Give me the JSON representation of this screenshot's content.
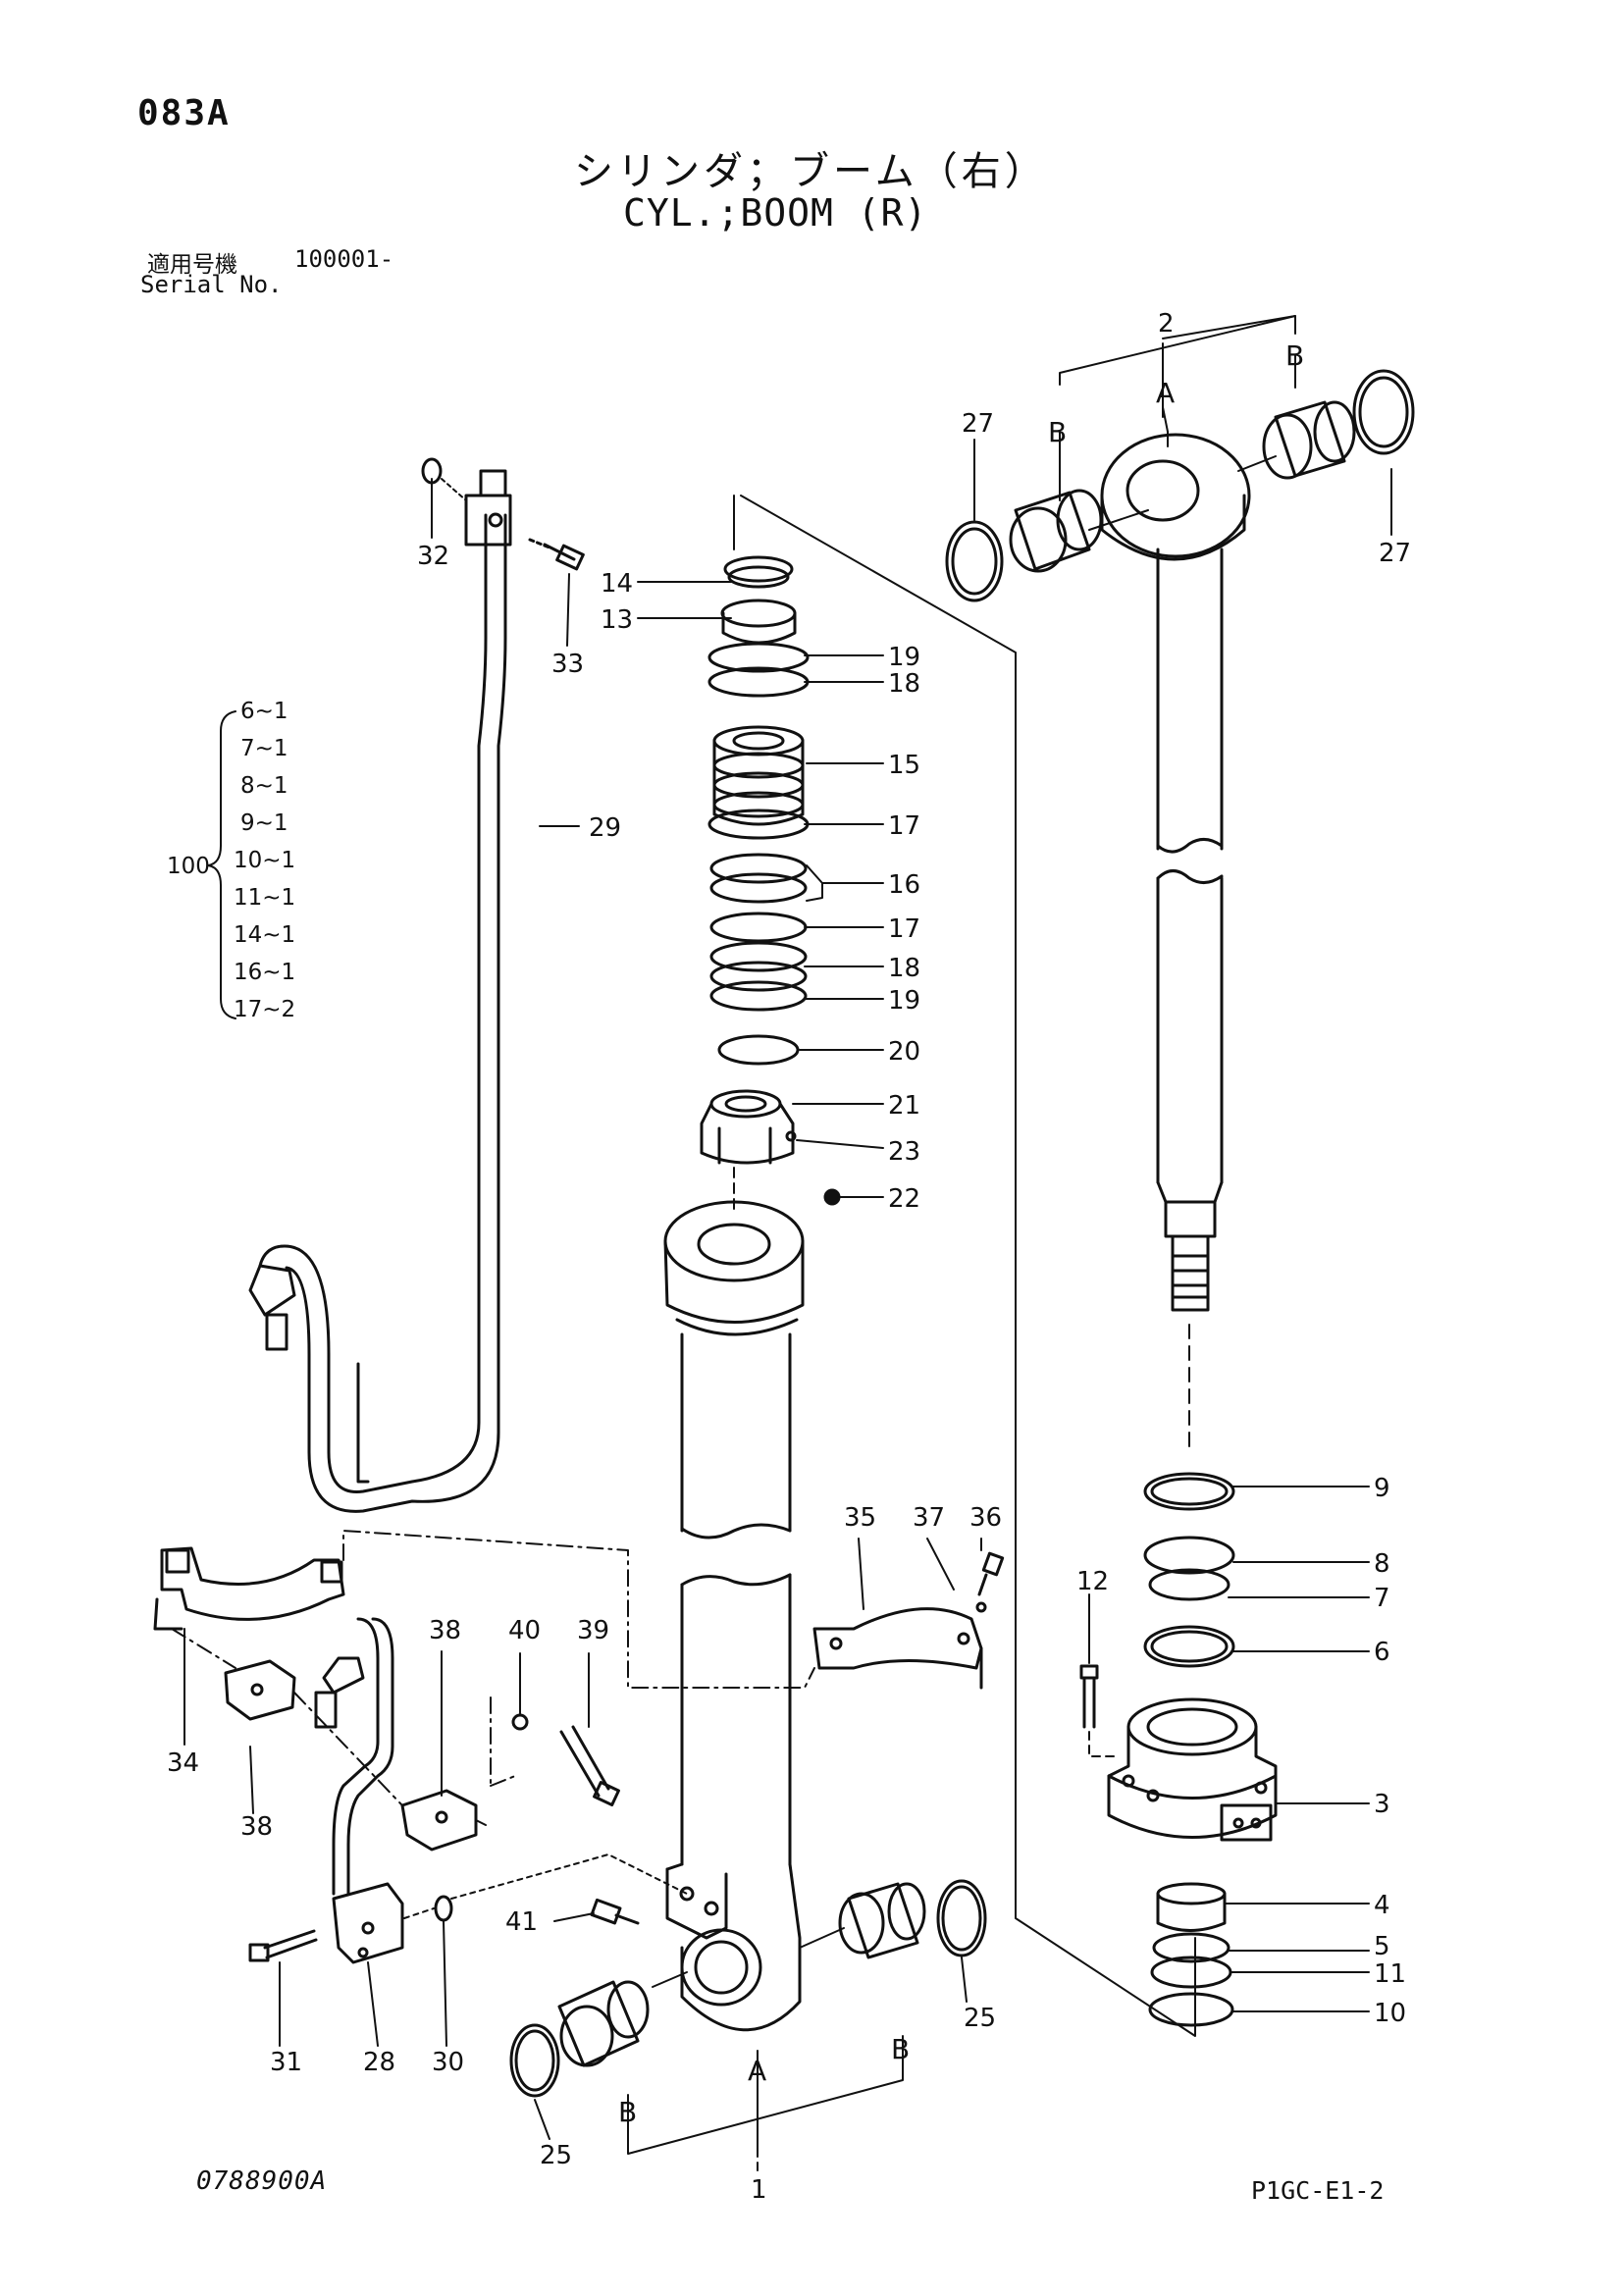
{
  "header": {
    "page_code": "083A",
    "title_jp": "シリンダ；ブーム（右）",
    "title_en": "CYL.;BOOM (R)",
    "serial_label_jp": "適用号機",
    "serial_value": "100001-",
    "serial_label_en": "Serial No."
  },
  "footer": {
    "drawing_number": "0788900A",
    "sheet_ref": "P1GC-E1-2"
  },
  "callouts": {
    "c1": "1",
    "c2": "2",
    "c3": "3",
    "c4": "4",
    "c5": "5",
    "c6": "6",
    "c7": "7",
    "c8": "8",
    "c9": "9",
    "c10": "10",
    "c11": "11",
    "c12": "12",
    "c13": "13",
    "c14": "14",
    "c15": "15",
    "c16": "16",
    "c17a": "17",
    "c17b": "17",
    "c18a": "18",
    "c18b": "18",
    "c19a": "19",
    "c19b": "19",
    "c20": "20",
    "c21": "21",
    "c22": "22",
    "c23": "23",
    "c25a": "25",
    "c25b": "25",
    "c27a": "27",
    "c27b": "27",
    "c28": "28",
    "c29": "29",
    "c30": "30",
    "c31": "31",
    "c32": "32",
    "c33": "33",
    "c34": "34",
    "c35": "35",
    "c36": "36",
    "c37": "37",
    "c38a": "38",
    "c38b": "38",
    "c39": "39",
    "c40": "40",
    "c41": "41"
  },
  "letters": {
    "a_top": "A",
    "b_top_left": "B",
    "b_top_right": "B",
    "a_bottom": "A",
    "b_bottom_left": "B",
    "b_bottom_right": "B"
  },
  "kit": {
    "label": "100",
    "items": [
      "6~1",
      "7~1",
      "8~1",
      "9~1",
      "10~1",
      "11~1",
      "14~1",
      "16~1",
      "17~2"
    ]
  }
}
